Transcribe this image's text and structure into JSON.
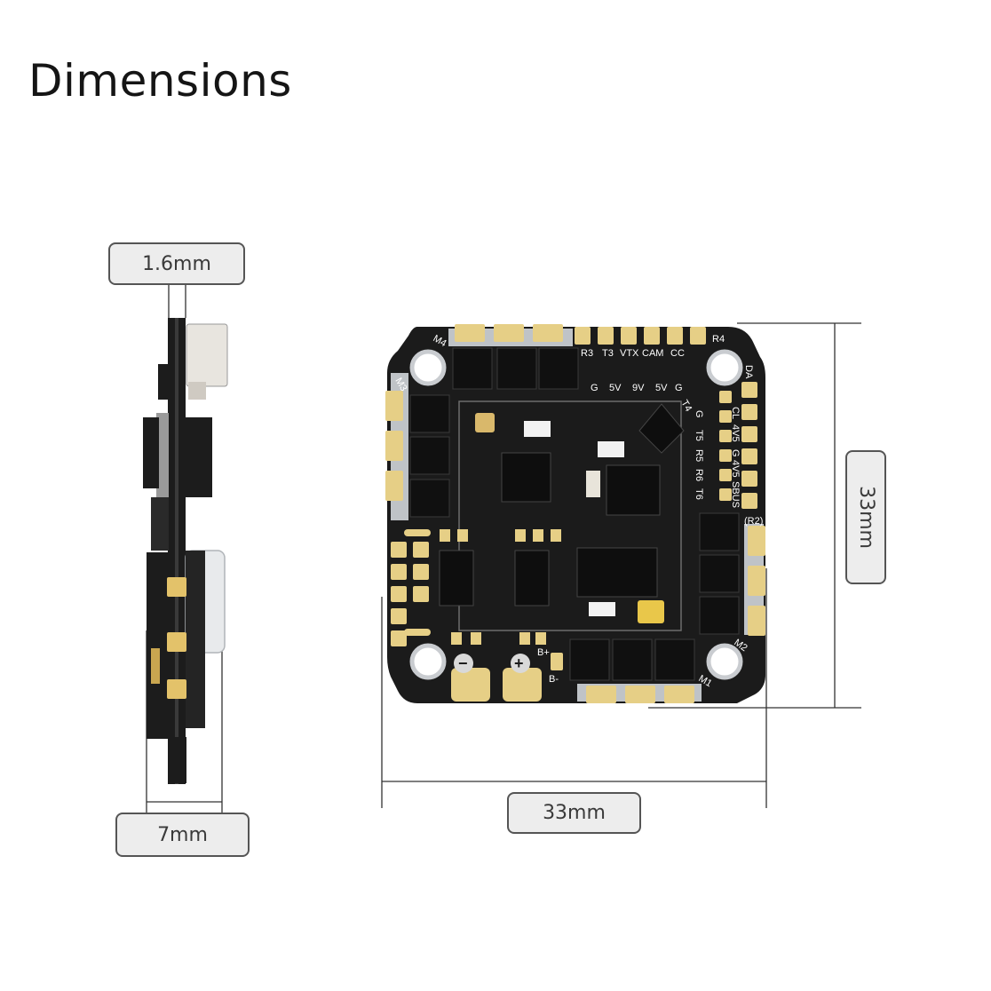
{
  "title": "Dimensions",
  "dimensions": {
    "thickness": "1.6mm",
    "height": "7mm",
    "width": "33mm",
    "length": "33mm"
  },
  "silkscreen": {
    "motor_labels": [
      "M4",
      "M3",
      "M2",
      "M1"
    ],
    "top_pads_row1": [
      "R3",
      "T3",
      "VTX",
      "CAM",
      "CC"
    ],
    "top_pads_row2": [
      "G",
      "5V",
      "9V",
      "5V",
      "G"
    ],
    "r4": "R4",
    "da": "DA",
    "right_col1": [
      "T4",
      "G",
      "T5",
      "R5",
      "R6",
      "T6"
    ],
    "right_col2": [
      "CL",
      "4V5",
      "G",
      "4V5",
      "SBUS"
    ],
    "r2": "(R2)",
    "battery_plus": "B+",
    "battery_minus": "B-",
    "minus_symbol": "−",
    "plus_symbol": "+"
  },
  "colors": {
    "pcb": "#1b1b1b",
    "gold": "#e6cf86",
    "chip": "#0e0e0e",
    "frame": "#bfc3c7"
  }
}
